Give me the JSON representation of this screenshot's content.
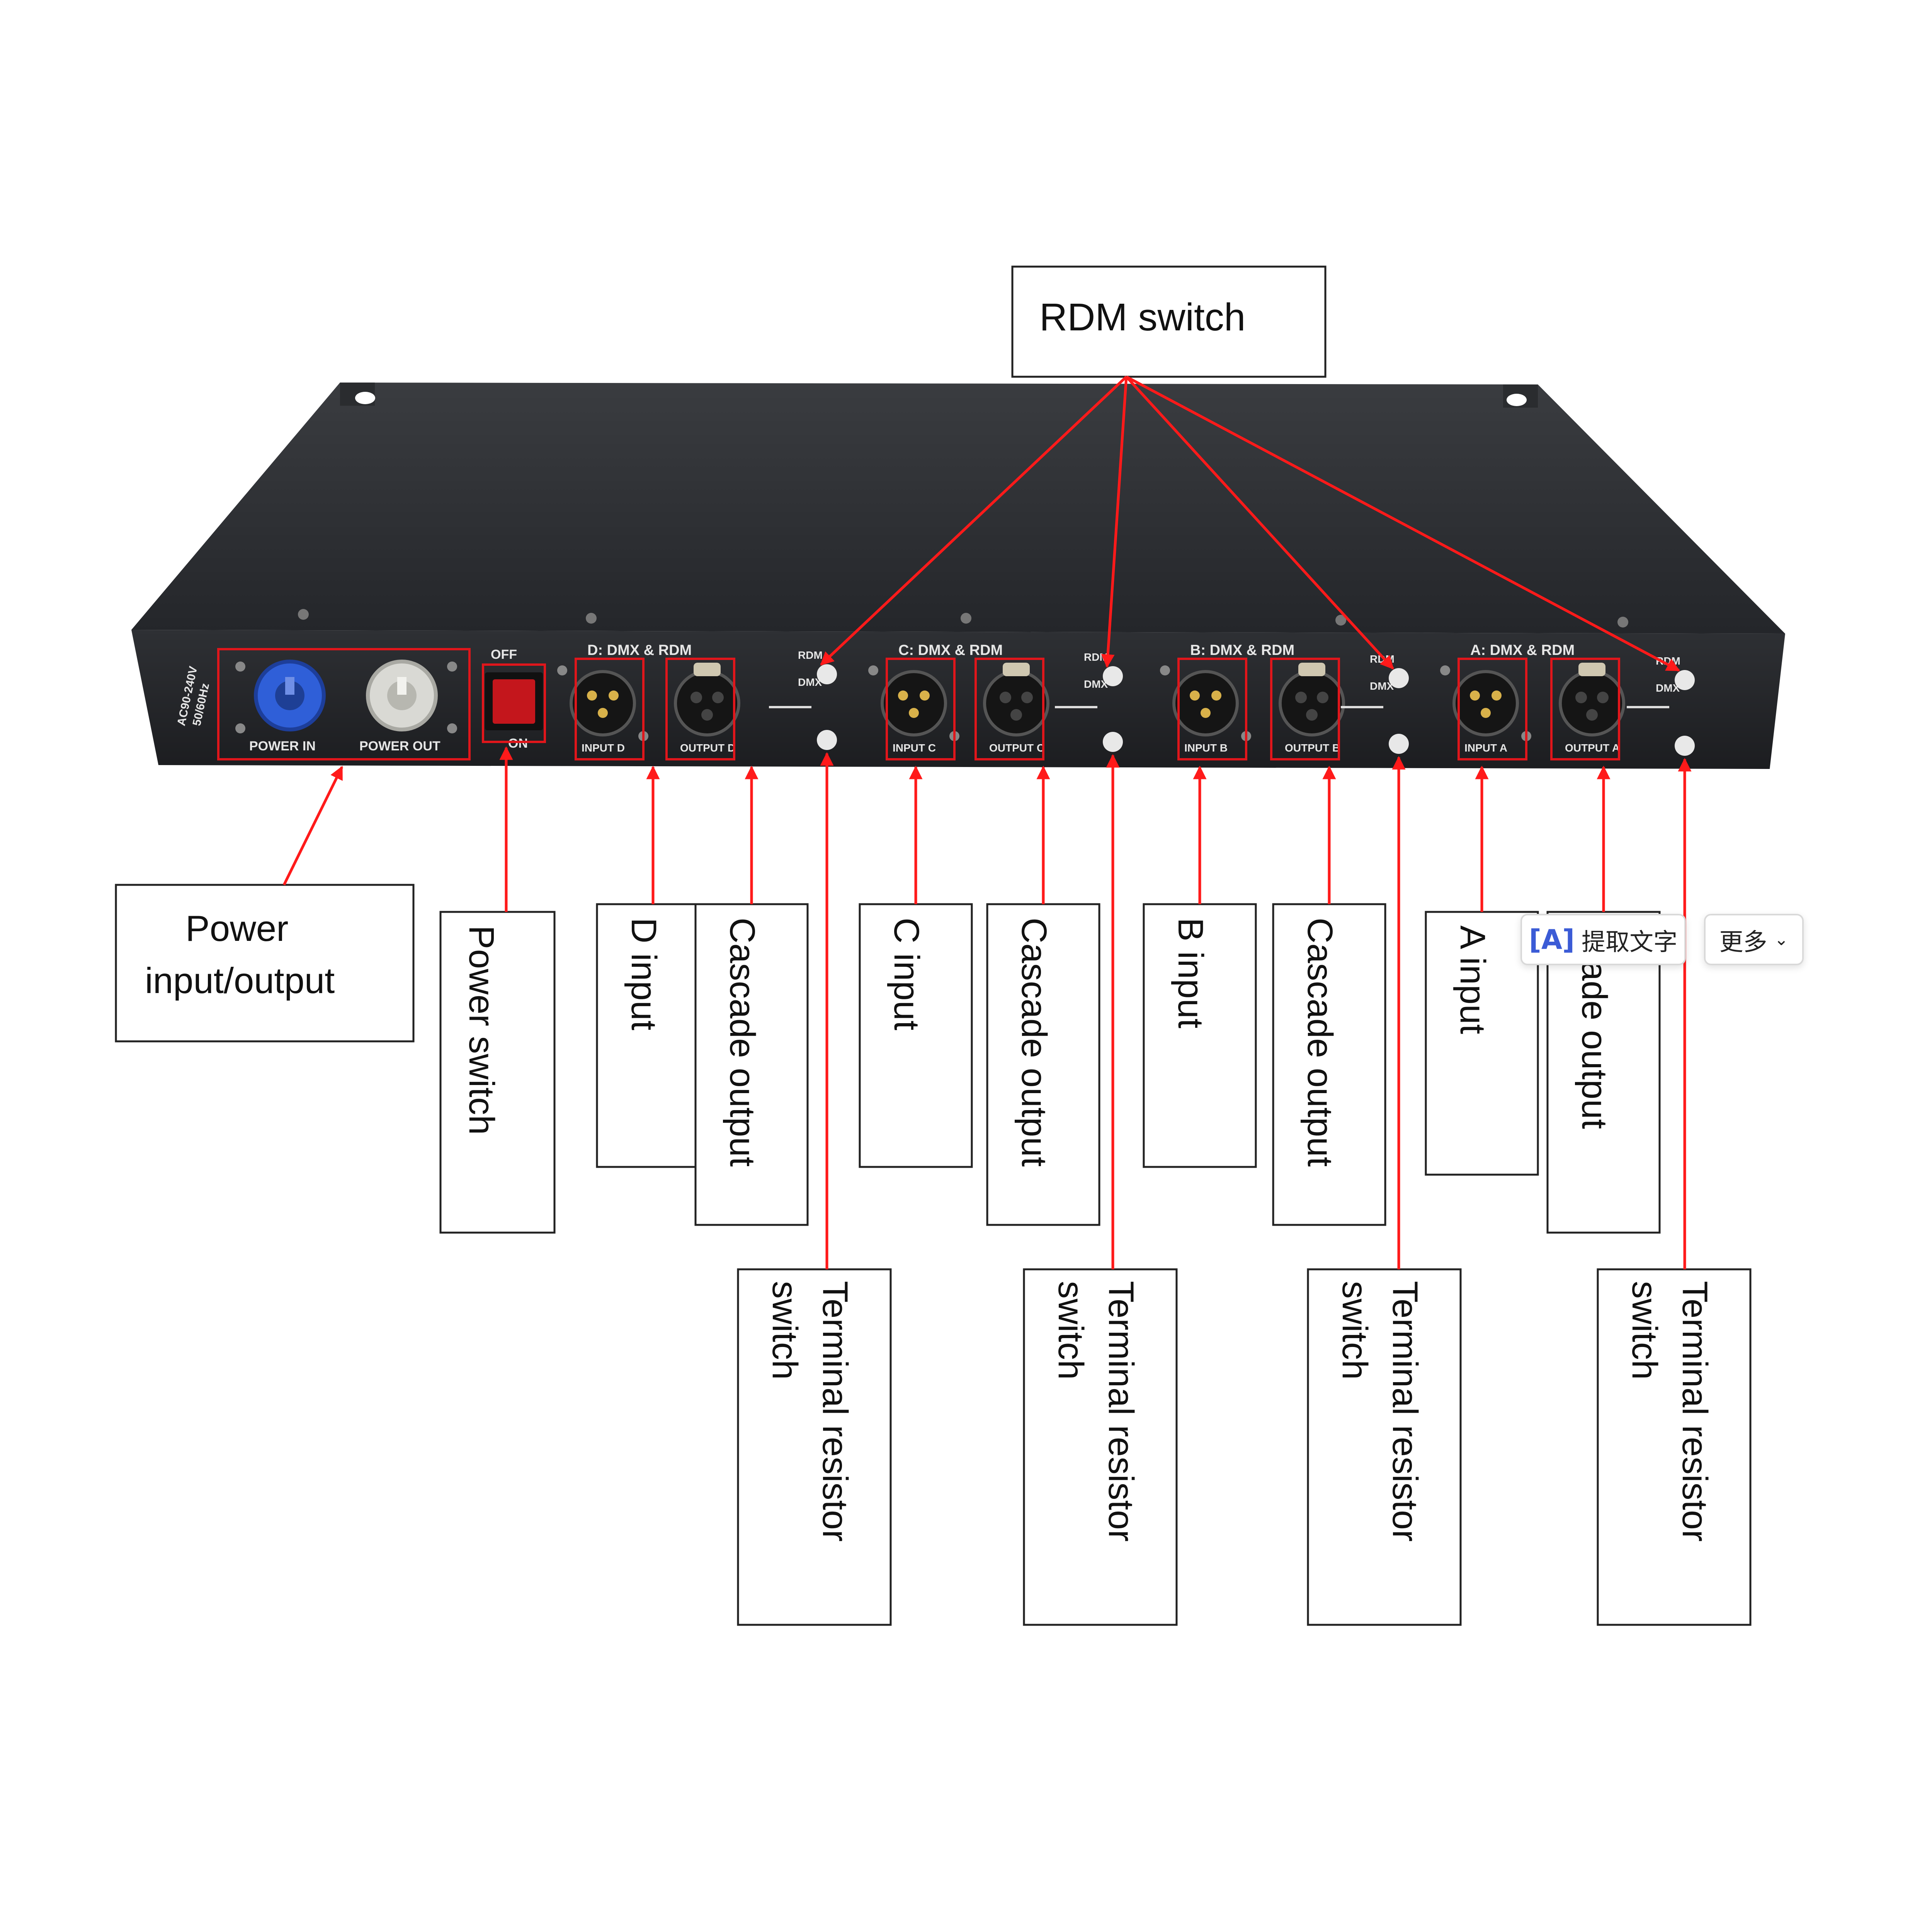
{
  "rdm_switch_label": "RDM switch",
  "power_io_label": [
    "Power",
    "input/output"
  ],
  "power_switch_label": "Power  switch",
  "channels": [
    {
      "id": "D",
      "header": "D: DMX & RDM",
      "input_jack": "INPUT D",
      "output_jack": "OUTPUT D",
      "input_label": "D  input",
      "output_label": "Cascade output"
    },
    {
      "id": "C",
      "header": "C: DMX & RDM",
      "input_jack": "INPUT C",
      "output_jack": "OUTPUT C",
      "input_label": "C   input",
      "output_label": "Cascade output"
    },
    {
      "id": "B",
      "header": "B: DMX & RDM",
      "input_jack": "INPUT B",
      "output_jack": "OUTPUT B",
      "input_label": "B input",
      "output_label": "Cascade output"
    },
    {
      "id": "A",
      "header": "A: DMX & RDM",
      "input_jack": "INPUT A",
      "output_jack": "OUTPUT A",
      "input_label": "A input",
      "output_label": "scade output"
    }
  ],
  "terminal_label": [
    "Terminal resistor",
    "switch"
  ],
  "panel": {
    "power_in": "POWER IN",
    "power_out": "POWER OUT",
    "voltage": [
      "AC90-240V",
      "50/60Hz"
    ],
    "off": "OFF",
    "on": "ON",
    "rdm": "RDM",
    "dmx": "DMX"
  },
  "ocr_toolbar": {
    "extract_text": "提取文字",
    "more": "更多",
    "extract_icon": "text-recognition-icon",
    "more_icon": "chevron-down-icon"
  },
  "colors": {
    "arrow": "#ff1a1a",
    "highlight": "#e0161b",
    "chassis": "#2b2d30",
    "power_in": "#2f5fd8",
    "power_out": "#d9d9d4",
    "switch": "#c4161c"
  }
}
